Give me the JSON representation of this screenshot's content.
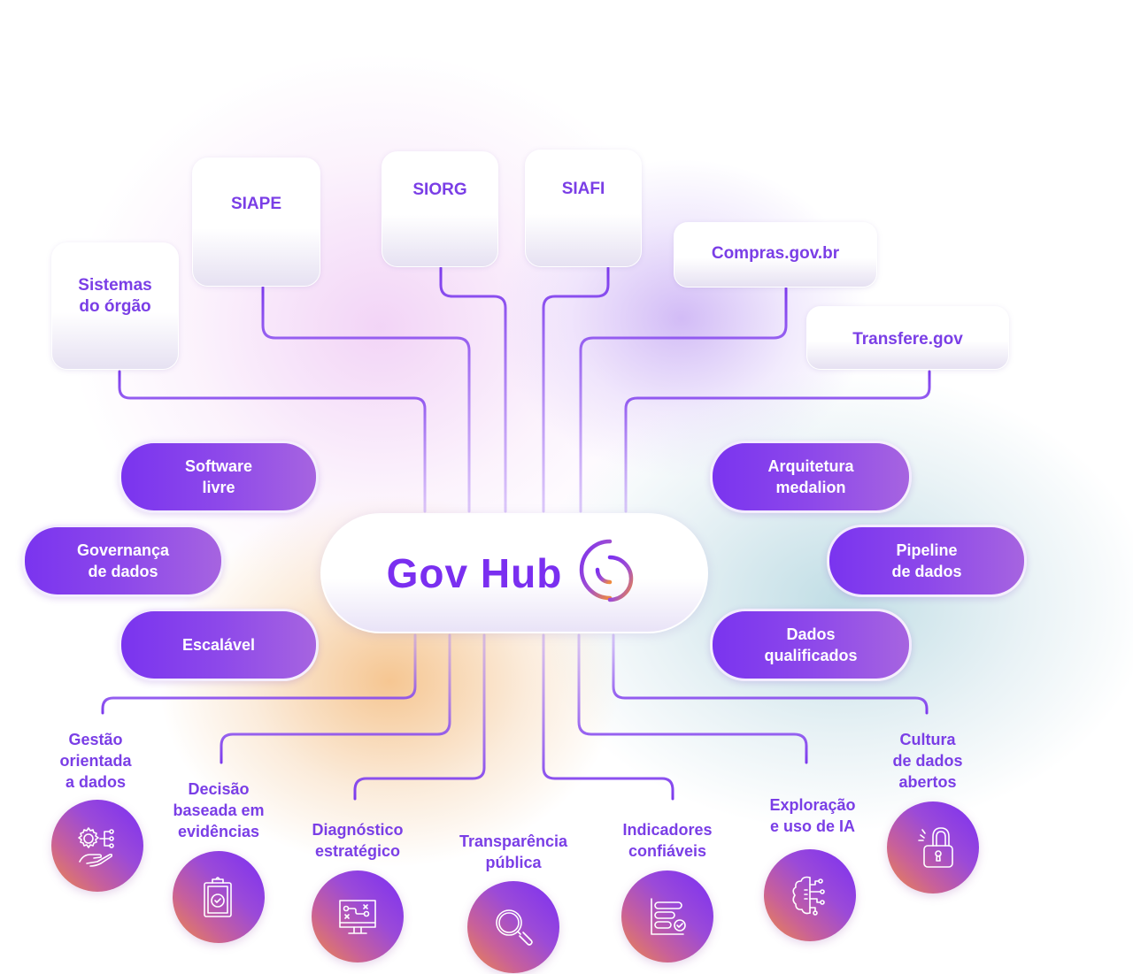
{
  "hub": {
    "title": "Gov Hub",
    "logo_icon": "gov-hub-logo-icon",
    "colors": {
      "primary": "#7a2ff0",
      "secondary": "#ee8a45"
    }
  },
  "sources": [
    {
      "id": "sistemas",
      "label_line1": "Sistemas",
      "label_line2": "do órgão"
    },
    {
      "id": "siape",
      "label_line1": "SIAPE",
      "label_line2": ""
    },
    {
      "id": "siorg",
      "label_line1": "SIORG",
      "label_line2": ""
    },
    {
      "id": "siafi",
      "label_line1": "SIAFI",
      "label_line2": ""
    },
    {
      "id": "compras",
      "label_line1": "Compras.gov.br",
      "label_line2": ""
    },
    {
      "id": "transfere",
      "label_line1": "Transfere.gov",
      "label_line2": ""
    }
  ],
  "features_left": [
    {
      "line1": "Software",
      "line2": "livre"
    },
    {
      "line1": "Governança",
      "line2": "de dados"
    },
    {
      "line1": "Escalável",
      "line2": ""
    }
  ],
  "features_right": [
    {
      "line1": "Arquitetura",
      "line2": "medalion"
    },
    {
      "line1": "Pipeline",
      "line2": "de dados"
    },
    {
      "line1": "Dados",
      "line2": "qualificados"
    }
  ],
  "outcomes": [
    {
      "line1": "Gestão",
      "line2": "orientada",
      "line3": "a dados",
      "icon": "gear-hand-network-icon"
    },
    {
      "line1": "Decisão",
      "line2": "baseada em",
      "line3": "evidências",
      "icon": "clipboard-check-icon"
    },
    {
      "line1": "Diagnóstico",
      "line2": "estratégico",
      "line3": "",
      "icon": "monitor-strategy-icon"
    },
    {
      "line1": "Transparência",
      "line2": "pública",
      "line3": "",
      "icon": "magnifier-icon"
    },
    {
      "line1": "Indicadores",
      "line2": "confiáveis",
      "line3": "",
      "icon": "bar-chart-check-icon"
    },
    {
      "line1": "Exploração",
      "line2": "e uso de IA",
      "line3": "",
      "icon": "ai-brain-circuit-icon"
    },
    {
      "line1": "Cultura",
      "line2": "de dados",
      "line3": "abertos",
      "icon": "open-padlock-icon"
    }
  ],
  "colors": {
    "accent_purple": "#7a3ee6",
    "pill_gradient_start": "#7a34ef",
    "pill_gradient_end": "#a664e0",
    "icon_gradient_orange": "#ee8a45",
    "connector": "#7c3aed"
  }
}
